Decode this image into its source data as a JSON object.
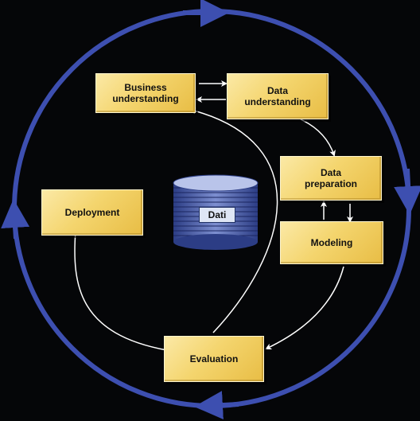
{
  "diagram": {
    "colors": {
      "background": "#050608",
      "outer_cycle": "#3d4fb0",
      "box_fill": "#f4d56e",
      "flow_arrow": "#ffffff",
      "database": "#4a5ea8"
    },
    "phases": {
      "business": "Business\nunderstanding",
      "data_understanding": "Data\nunderstanding",
      "data_preparation": "Data\npreparation",
      "modeling": "Modeling",
      "evaluation": "Evaluation",
      "deployment": "Deployment"
    },
    "database_label": "Dati"
  }
}
